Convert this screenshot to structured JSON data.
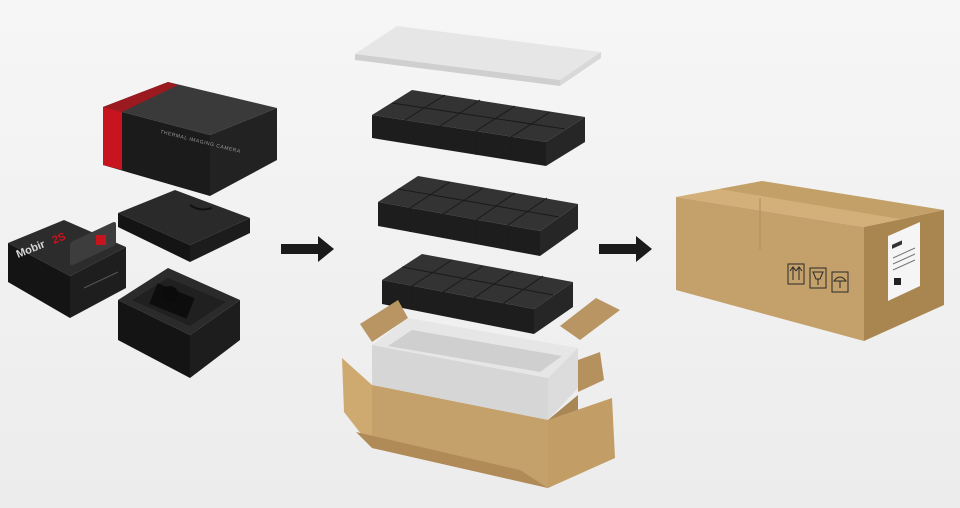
{
  "retail_box": {
    "brand": "Mobir",
    "product": "2S",
    "lid_print": "THERMAL IMAGING CAMERA",
    "accent_color": "#c8141e",
    "box_color": "#1b1b1b"
  },
  "arrows": {
    "icon": "right-arrow-icon",
    "color": "#1a1a1a"
  },
  "shipping": {
    "foam_color": "#e6e6e6",
    "retail_tile_color": "#262626",
    "carton_color": "#c4a06a",
    "carton_label_icons": [
      "this-way-up-icon",
      "fragile-icon",
      "keep-dry-icon"
    ]
  }
}
